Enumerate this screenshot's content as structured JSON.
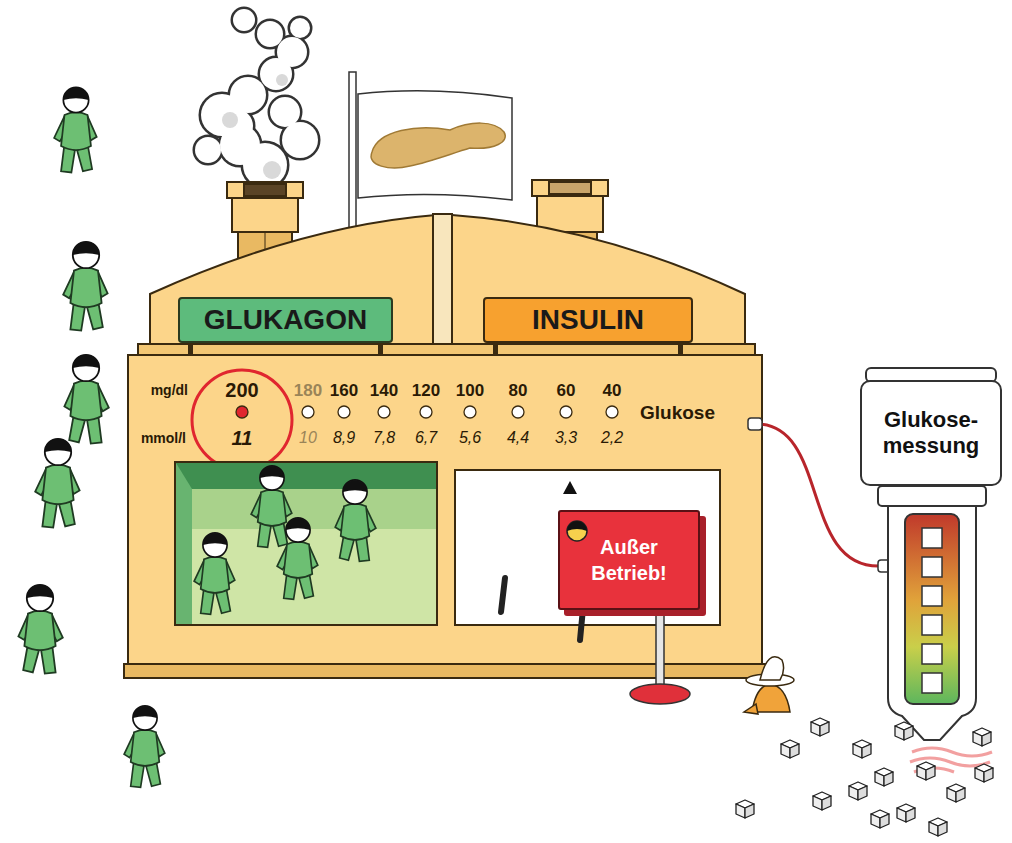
{
  "diagram": {
    "nodes": [
      {
        "text": [
          "GLUKAGON"
        ]
      },
      {
        "text": [
          "INSULIN"
        ]
      },
      {
        "text": [
          "Außer Betrieb!"
        ]
      },
      {
        "text": [
          "Glukose- messung"
        ]
      }
    ],
    "labels": [
      "mg/dl",
      "200",
      "180",
      "160",
      "140",
      "120",
      "100",
      "80",
      "60",
      "40",
      "Glukose",
      "mmol/l",
      "11",
      "10",
      "8,9",
      "7,8",
      "6,7",
      "5,6",
      "4,4",
      "3,3",
      "2,2"
    ]
  }
}
